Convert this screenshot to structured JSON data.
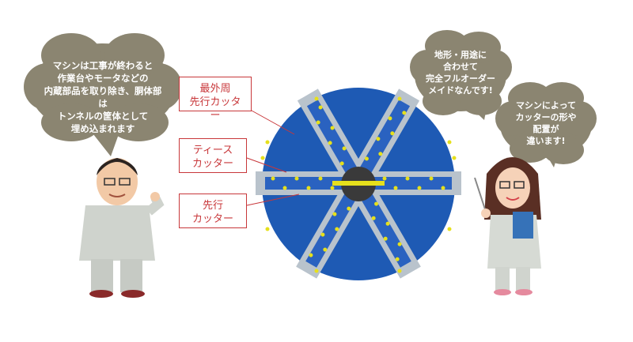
{
  "speech": {
    "left": "マシンは工事が終わると\n作業台やモータなどの\n内蔵部品を取り除き、胴体部は\nトンネルの筐体として\n埋め込まれます",
    "right_top": "地形・用途に\n合わせて\n完全フルオーダー\nメイドなんです!",
    "right_bottom": "マシンによって\nカッターの形や\n配置が\n違います!"
  },
  "labels": {
    "outer": "最外周\n先行カッター",
    "teeth": "ティース\nカッター",
    "lead": "先行\nカッター"
  },
  "colors": {
    "disc": "#1e5ab4",
    "spoke": "#b9c3cc",
    "bubble": "#8b8571",
    "label_border": "#c8373a",
    "cutter": "#e6e01c"
  }
}
